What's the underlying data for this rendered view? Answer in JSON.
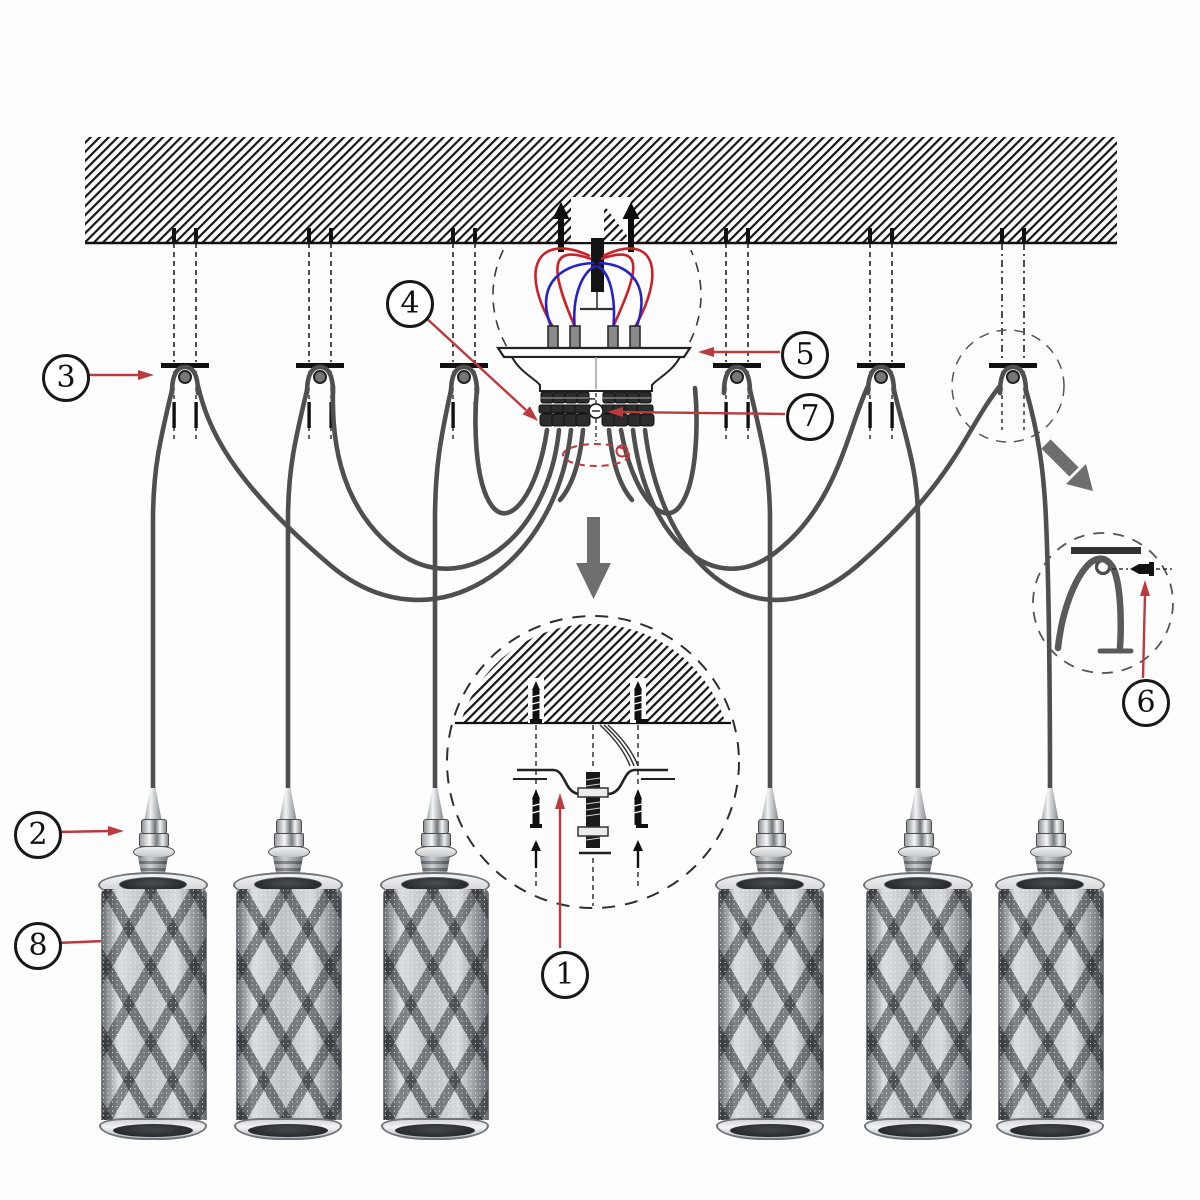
{
  "diagram": {
    "kind": "pendant-light-installation-instructions",
    "callouts": [
      {
        "number": "1"
      },
      {
        "number": "2"
      },
      {
        "number": "3"
      },
      {
        "number": "4"
      },
      {
        "number": "5"
      },
      {
        "number": "6"
      },
      {
        "number": "7"
      },
      {
        "number": "8"
      }
    ]
  },
  "colors": {
    "ink": "#1c1c1c",
    "arrow_red": "#bb3a3e",
    "wire_red": "#cc2127",
    "wire_blue": "#2722c4",
    "cable_grey": "#4f4f4f",
    "grey_arrow": "#6e6e6e"
  }
}
